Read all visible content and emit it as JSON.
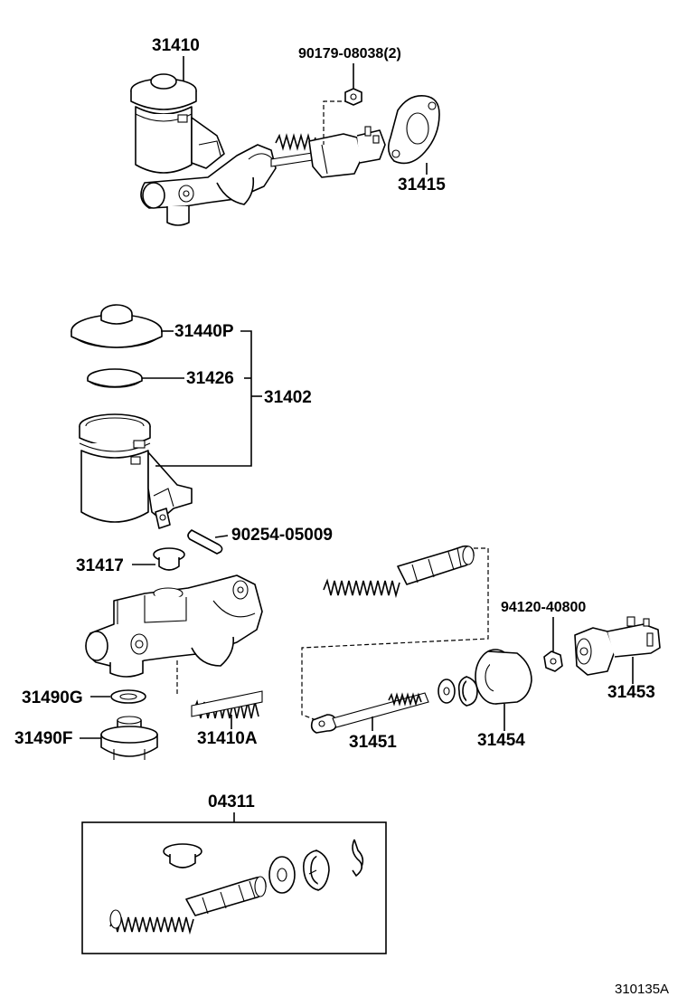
{
  "labels": {
    "p31410": "31410",
    "p90179": "90179-08038(2)",
    "p31415": "31415",
    "p31440p": "31440P",
    "p31426": "31426",
    "p31402": "31402",
    "p90254": "90254-05009",
    "p31417": "31417",
    "p31490g": "31490G",
    "p31490f": "31490F",
    "p31410a": "31410A",
    "p94120": "94120-40800",
    "p31453": "31453",
    "p31451": "31451",
    "p31454": "31454",
    "p04311": "04311"
  },
  "reference_code": "310135A"
}
